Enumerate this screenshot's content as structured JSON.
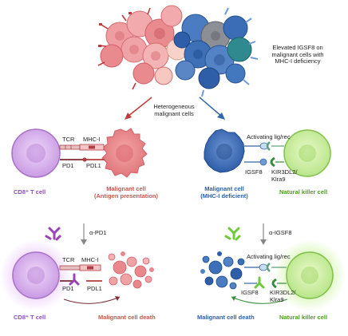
{
  "top_annotation": [
    "Elevated IGSF8 on",
    "malignant cells with",
    "MHC-I deficiency"
  ],
  "split_label": [
    "Heterogeneous",
    "malignant cells"
  ],
  "left_panel": {
    "tcr": "TCR",
    "mhc": "MHC-I",
    "pd1": "PD1",
    "pdl1": "PDL1",
    "tcell_label": "CD8⁺ T cell",
    "tumor_label": [
      "Malignant cell",
      "(Antigen presentation)"
    ],
    "treatment": "α-PD1",
    "after_tcr": "TCR",
    "after_mhc": "MHC-I",
    "after_pd1": "PD1",
    "after_pdl1": "PDL1",
    "after_tcell_label": "CD8⁺ T cell",
    "after_tumor_label": "Malignant cell death"
  },
  "right_panel": {
    "activating": "Activating lig/rec",
    "igsf8": "IGSF8",
    "receptor": [
      "KIR3DL2/",
      "Klra9"
    ],
    "tumor_label": [
      "Malignant cell",
      "(MHC-I deficient)"
    ],
    "nk_label": "Natural killer cell",
    "treatment": "α-IGSF8",
    "after_activating": "Activating lig/rec",
    "after_igsf8": "IGSF8",
    "after_receptor": [
      "KIR3DL2/",
      "Klra9"
    ],
    "after_tumor_label": "Malignant cell death",
    "after_nk_label": "Natural killer cell"
  },
  "colors": {
    "tcell": "#d9b3ec",
    "tcell_border": "#a872c8",
    "tumor_red": "#e9888c",
    "tumor_blue": "#3e6fb6",
    "nk": "#cdeea0",
    "nk_border": "#7fc14a",
    "arrow_red": "#c0393b",
    "arrow_blue": "#3467a8"
  }
}
